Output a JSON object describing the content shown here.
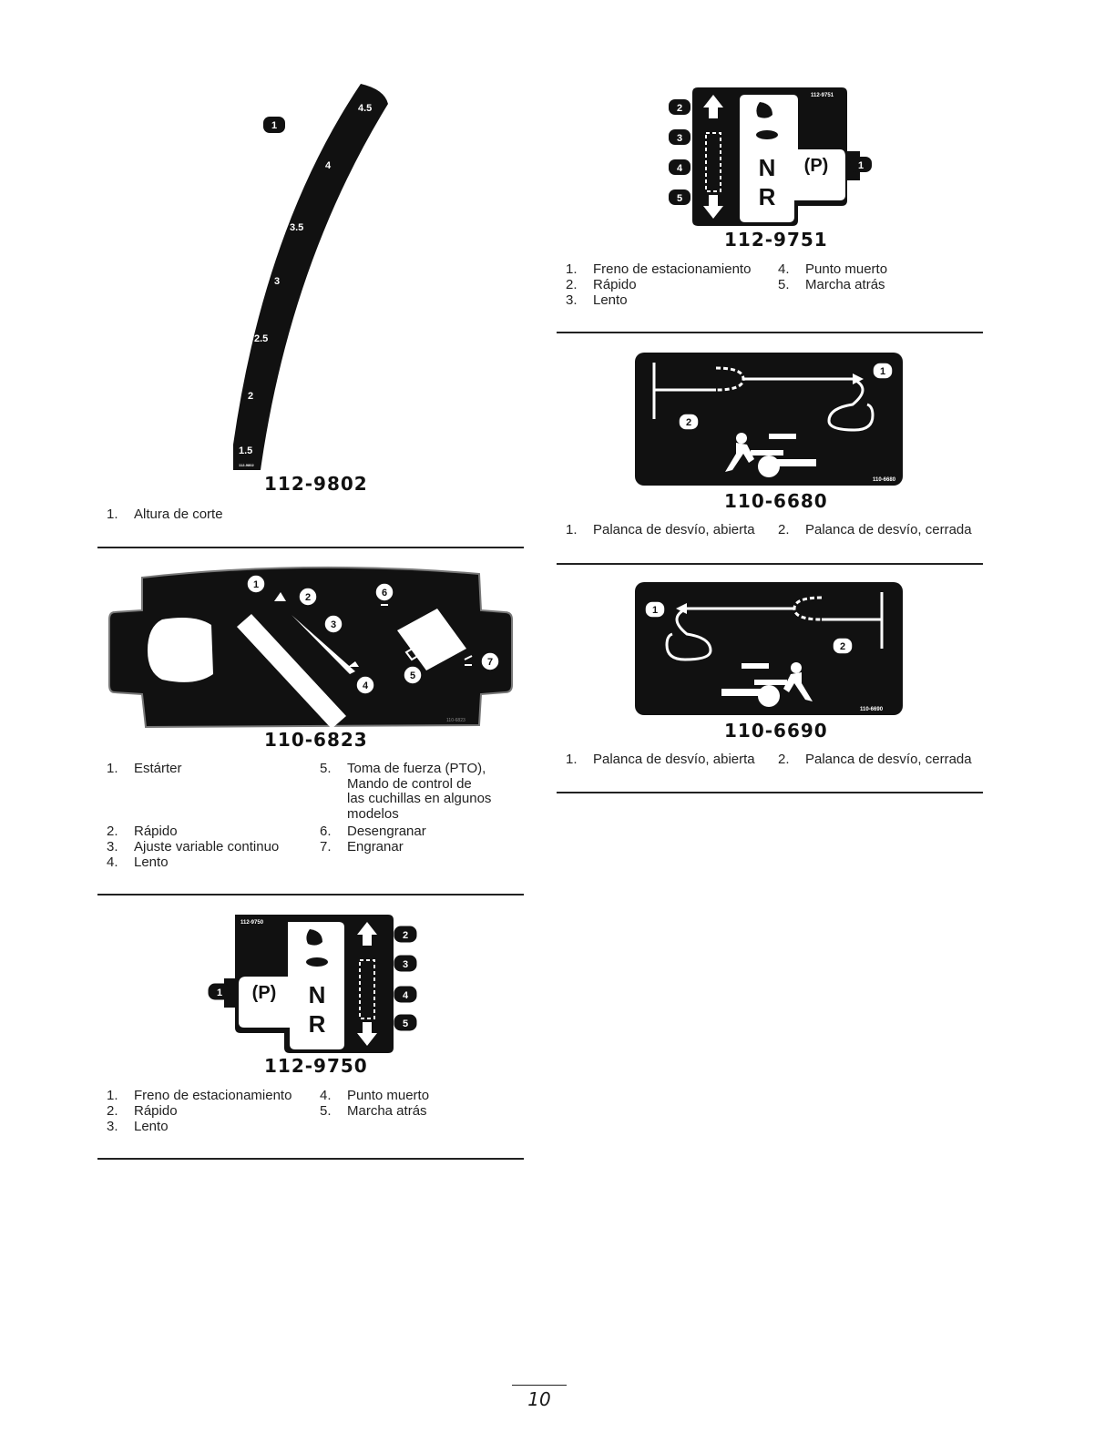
{
  "decal_112_9802": {
    "code": "112-9802",
    "scale_marks": [
      "4.5",
      "4",
      "3.5",
      "3",
      "2.5",
      "2",
      "1.5"
    ],
    "small_code": "112-9802",
    "callout": "1",
    "legend": [
      {
        "num": "1.",
        "text": "Altura de corte"
      }
    ]
  },
  "decal_110_6823": {
    "code": "110-6823",
    "small_code": "110-6823",
    "callouts": [
      "1",
      "2",
      "3",
      "4",
      "5",
      "6",
      "7"
    ],
    "legend_left": [
      {
        "num": "1.",
        "text": "Estárter"
      },
      {
        "num": "2.",
        "text": "Rápido"
      },
      {
        "num": "3.",
        "text": "Ajuste variable continuo"
      },
      {
        "num": "4.",
        "text": "Lento"
      }
    ],
    "legend_right": [
      {
        "num": "5.",
        "lines": [
          "Toma de fuerza (PTO),",
          "Mando de control de",
          "las cuchillas en algunos",
          "modelos"
        ]
      },
      {
        "num": "6.",
        "text": "Desengranar"
      },
      {
        "num": "7.",
        "text": "Engranar"
      }
    ]
  },
  "decal_112_9750": {
    "code": "112-9750",
    "small_code": "112-9750",
    "letters": {
      "neutral": "N",
      "reverse": "R",
      "park": "(P)"
    },
    "callouts": [
      "1",
      "2",
      "3",
      "4",
      "5"
    ],
    "legend_left": [
      {
        "num": "1.",
        "text": "Freno de estacionamiento"
      },
      {
        "num": "2.",
        "text": "Rápido"
      },
      {
        "num": "3.",
        "text": "Lento"
      }
    ],
    "legend_right": [
      {
        "num": "4.",
        "text": "Punto muerto"
      },
      {
        "num": "5.",
        "text": "Marcha atrás"
      }
    ]
  },
  "decal_112_9751": {
    "code": "112-9751",
    "small_code": "112-9751",
    "letters": {
      "neutral": "N",
      "reverse": "R",
      "park": "(P)"
    },
    "callouts": [
      "1",
      "2",
      "3",
      "4",
      "5"
    ],
    "legend_left": [
      {
        "num": "1.",
        "text": "Freno de estacionamiento"
      },
      {
        "num": "2.",
        "text": "Rápido"
      },
      {
        "num": "3.",
        "text": "Lento"
      }
    ],
    "legend_right": [
      {
        "num": "4.",
        "text": "Punto muerto"
      },
      {
        "num": "5.",
        "text": "Marcha atrás"
      }
    ]
  },
  "decal_110_6680": {
    "code": "110-6680",
    "small_code": "110-6680",
    "callouts": [
      "1",
      "2"
    ],
    "legend": [
      {
        "num": "1.",
        "text": "Palanca de desvío, abierta"
      },
      {
        "num": "2.",
        "text": "Palanca de desvío, cerrada"
      }
    ]
  },
  "decal_110_6690": {
    "code": "110-6690",
    "small_code": "110-6690",
    "callouts": [
      "1",
      "2"
    ],
    "legend": [
      {
        "num": "1.",
        "text": "Palanca de desvío, abierta"
      },
      {
        "num": "2.",
        "text": "Palanca de desvío, cerrada"
      }
    ]
  },
  "page_number": "10"
}
